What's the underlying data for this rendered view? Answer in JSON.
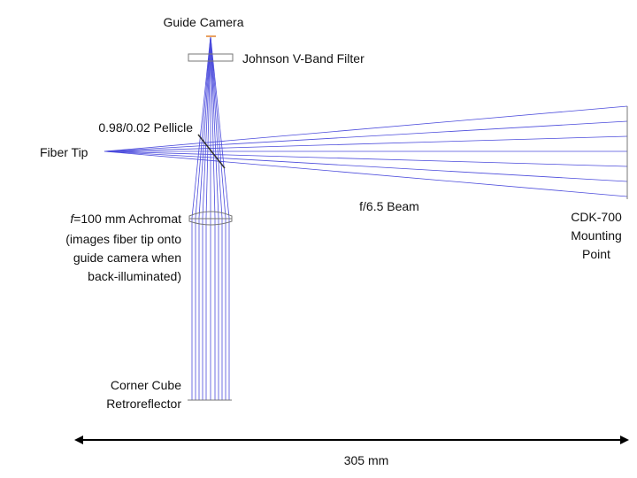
{
  "labels": {
    "guide_camera": "Guide Camera",
    "filter": "Johnson V-Band Filter",
    "pellicle": "0.98/0.02 Pellicle",
    "fiber_tip": "Fiber Tip",
    "beam": "f/6.5 Beam",
    "achromat_italic": "f",
    "achromat_rest": "=100 mm Achromat",
    "achromat_note_1": "(images fiber tip onto",
    "achromat_note_2": "guide camera when",
    "achromat_note_3": "back-illuminated)",
    "cdk_1": "CDK-700",
    "cdk_2": "Mounting",
    "cdk_3": "Point",
    "corner_1": "Corner Cube",
    "corner_2": "Retroreflector",
    "scale": "305 mm"
  },
  "colors": {
    "ray": "#4b4bdc",
    "component": "#777777",
    "camera": "#e8a060",
    "text": "#111111",
    "scale_bar": "#000000"
  }
}
